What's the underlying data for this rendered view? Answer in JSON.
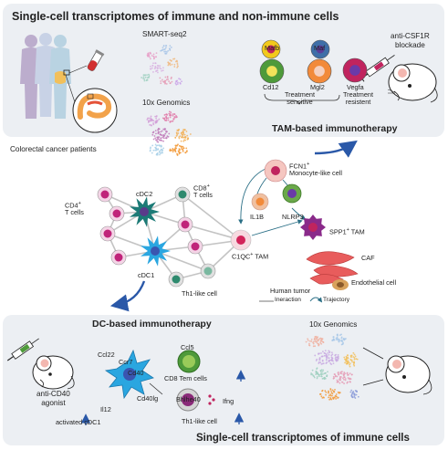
{
  "titles": {
    "top": "Single-cell transcriptomes of immune and non-immune cells",
    "tam_immunotherapy": "TAM-based immunotherapy",
    "dc_immunotherapy": "DC-based immunotherapy",
    "bottom": "Single-cell transcriptomes of immune cells"
  },
  "top_panel": {
    "smart_seq2": "SMART-seq2",
    "tenx_genomics": "10x Genomics",
    "patients": "Colorectal cancer patients",
    "anti_csf1r_line1": "anti-CSF1R",
    "anti_csf1r_line2": "blockade",
    "markers": [
      {
        "label": "Mafb",
        "color": "#f2c91c"
      },
      {
        "label": "Maf",
        "color": "#3f6fa8"
      },
      {
        "label": "Cd12",
        "color": "#4e9a3a"
      },
      {
        "label": "Mgl2",
        "color": "#f28a3a"
      },
      {
        "label": "Vegfa",
        "color": "#c0245e"
      }
    ],
    "treatment_sensitive": "Treatment\nsensitive",
    "treatment_sensitive_l1": "Treatment",
    "treatment_sensitive_l2": "sensitive",
    "treatment_resistent_l1": "Treatment",
    "treatment_resistent_l2": "resistent"
  },
  "middle": {
    "cd4_l1": "CD4",
    "cd4_sup": "+",
    "cd4_l2": "T cells",
    "cdc2": "cDC2",
    "cd8_l1": "CD8",
    "cd8_sup": "+",
    "cd8_l2": "T cells",
    "cdc1": "cDC1",
    "th1_like": "Th1-like cell",
    "fcn1_l1": "FCN1",
    "fcn1_sup": "+",
    "fcn1_l2": "Monocyte-like cell",
    "il1b": "IL1B",
    "nlrp3": "NLRP3",
    "spp1_l1": "SPP1",
    "spp1_sup": "+",
    "spp1_l2": " TAM",
    "c1qc_l1": "C1QC",
    "c1qc_sup": "+",
    "c1qc_l2": " TAM",
    "caf": "CAF",
    "endothelial": "Endothelial cell",
    "legend_title": "Human tumor",
    "legend_interaction": "Ineraction",
    "legend_trajectory": "Trajectory"
  },
  "bottom_panel": {
    "anti_cd40_l1": "anti-CD40",
    "anti_cd40_l2": "agonist",
    "ccl22": "Ccl22",
    "ccr7": "Ccr7",
    "cd40": "Cd40",
    "il12": "Il12",
    "cd40lg": "Cd40lg",
    "activated_cdc1": "activated cDC1",
    "ccl5": "Ccl5",
    "cd8_tem": "CD8 Tem cells",
    "bhlhe40": "Bhlhe40",
    "ifng": "Ifng",
    "th1_like": "Th1-like cell",
    "tenx_genomics": "10x Genomics"
  },
  "colors": {
    "panel_bg": "#eceff3",
    "arrow_blue": "#2a58a8",
    "magenta_cell": "#c0247a",
    "teal_cell": "#2e8a6e",
    "dc_blue": "#2aa6e0",
    "dc_teal": "#1c7a76"
  }
}
